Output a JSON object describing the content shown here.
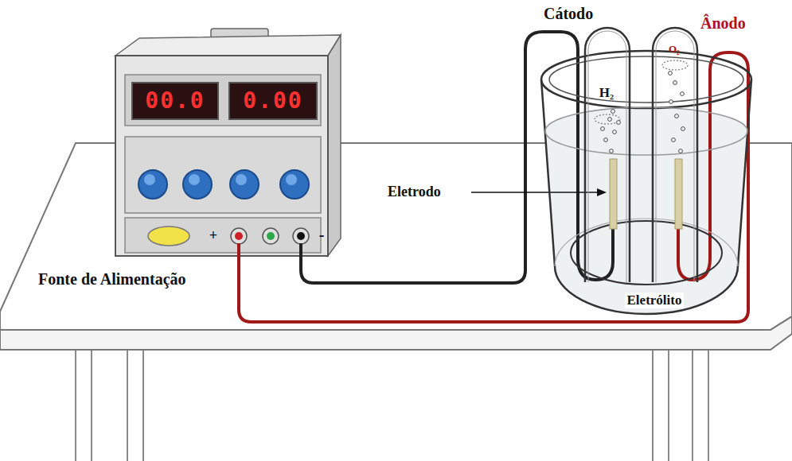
{
  "diagram": {
    "nodes": [
      {
        "text": [
          "00.0"
        ]
      },
      {
        "text": [
          "0.00"
        ]
      },
      {
        "text": [
          "Eletrólito"
        ]
      },
      {
        "text": [
          "H₂"
        ],
        "in": 2
      },
      {
        "text": [
          "O₂"
        ],
        "in": 2
      }
    ],
    "labels": [
      "+",
      "-",
      "Fonte de Alimentação",
      "Cátodo",
      "Ânodo",
      "Eletrodo"
    ]
  }
}
